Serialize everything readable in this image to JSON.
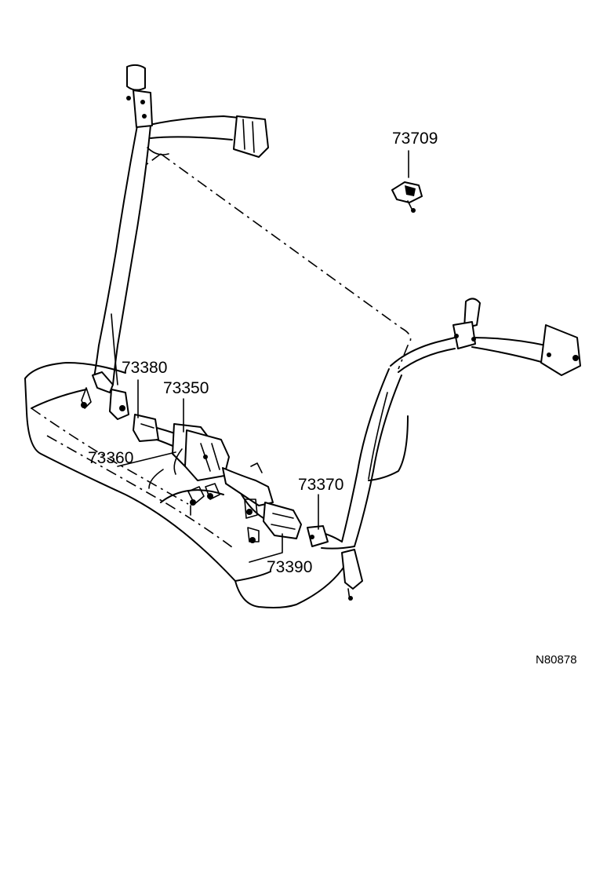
{
  "diagram": {
    "part_labels": {
      "p73709": "73709",
      "p73380": "73380",
      "p73350": "73350",
      "p73360": "73360",
      "p73370": "73370",
      "p73390": "73390"
    },
    "reference_code": "N80878"
  }
}
